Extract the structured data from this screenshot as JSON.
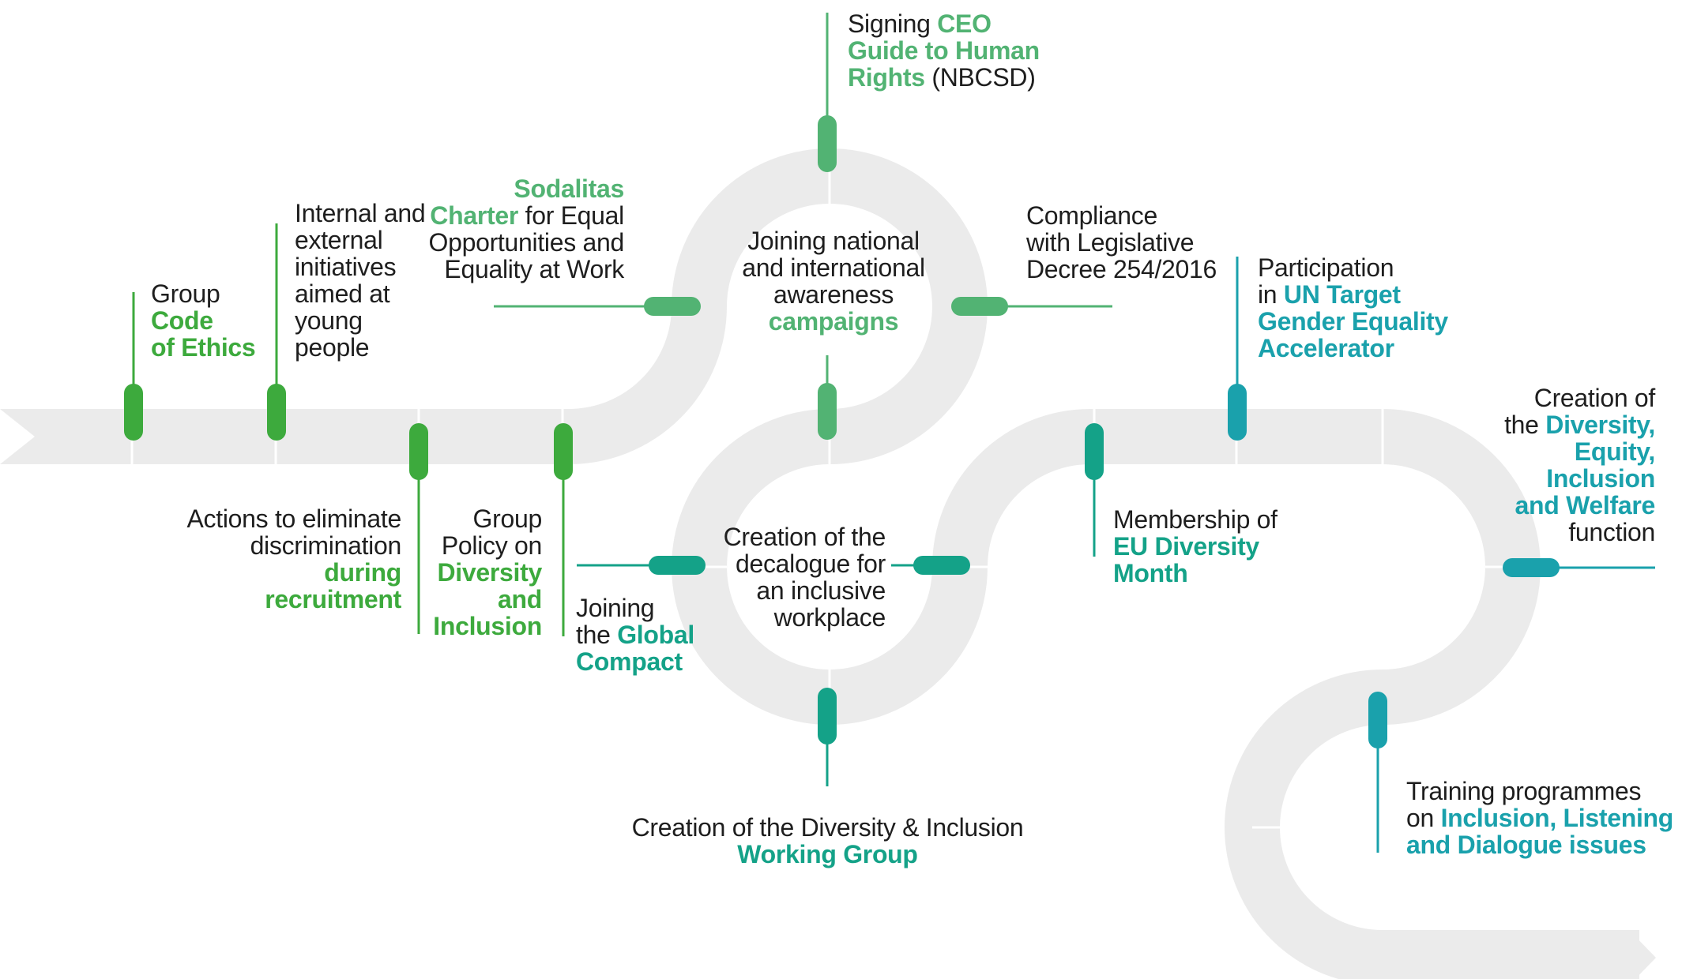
{
  "colors": {
    "road": "#ebebeb",
    "road_divider": "#ffffff",
    "green": "#3daa3d",
    "light_green": "#52b373",
    "teal_green": "#14a288",
    "teal": "#1aa1ac"
  },
  "milestones": [
    {
      "id": "code-of-ethics",
      "parts": [
        {
          "t": "Group\n"
        },
        {
          "t": "Code\nof Ethics",
          "hl": true
        }
      ]
    },
    {
      "id": "young-people",
      "parts": [
        {
          "t": "Internal and\nexternal\ninitiatives\naimed at\nyoung\npeople"
        }
      ]
    },
    {
      "id": "recruitment",
      "parts": [
        {
          "t": "Actions to eliminate\ndiscrimination\n"
        },
        {
          "t": "during recruitment",
          "hl": true
        }
      ]
    },
    {
      "id": "diversity-policy",
      "parts": [
        {
          "t": "Group\nPolicy on\n"
        },
        {
          "t": "Diversity\nand\nInclusion",
          "hl": true
        }
      ]
    },
    {
      "id": "global-compact",
      "parts": [
        {
          "t": "Joining\nthe "
        },
        {
          "t": "Global\nCompact",
          "hl": true
        }
      ]
    },
    {
      "id": "sodalitas",
      "parts": [
        {
          "t": "Sodalitas\nCharter",
          "hl": true
        },
        {
          "t": " for Equal\nOpportunities and\nEquality at Work"
        }
      ]
    },
    {
      "id": "ceo-guide",
      "parts": [
        {
          "t": "Signing "
        },
        {
          "t": "CEO\nGuide to Human\nRights",
          "hl": true
        },
        {
          "t": " (NBCSD)"
        }
      ]
    },
    {
      "id": "awareness-campaigns",
      "parts": [
        {
          "t": "Joining national\nand international\nawareness\n"
        },
        {
          "t": "campaigns",
          "hl": true
        }
      ]
    },
    {
      "id": "legislative-decree",
      "parts": [
        {
          "t": "Compliance\nwith Legislative\nDecree 254/2016"
        }
      ]
    },
    {
      "id": "decalogue",
      "parts": [
        {
          "t": "Creation of the\ndecalogue for\nan inclusive\nworkplace"
        }
      ]
    },
    {
      "id": "working-group",
      "parts": [
        {
          "t": "Creation of the Diversity & Inclusion\n"
        },
        {
          "t": "Working Group",
          "hl": true
        }
      ]
    },
    {
      "id": "eu-diversity-month",
      "parts": [
        {
          "t": "Membership of\n"
        },
        {
          "t": "EU Diversity\nMonth",
          "hl": true
        }
      ]
    },
    {
      "id": "un-target",
      "parts": [
        {
          "t": "Participation\nin "
        },
        {
          "t": "UN Target\nGender Equality\nAccelerator",
          "hl": true
        }
      ]
    },
    {
      "id": "deiw-function",
      "parts": [
        {
          "t": "Creation of\nthe "
        },
        {
          "t": "Diversity,\nEquity,\nInclusion\nand Welfare",
          "hl": true
        },
        {
          "t": "\nfunction"
        }
      ]
    },
    {
      "id": "training",
      "parts": [
        {
          "t": "Training programmes\non "
        },
        {
          "t": "Inclusion, Listening\nand Dialogue issues",
          "hl": true
        }
      ]
    }
  ]
}
